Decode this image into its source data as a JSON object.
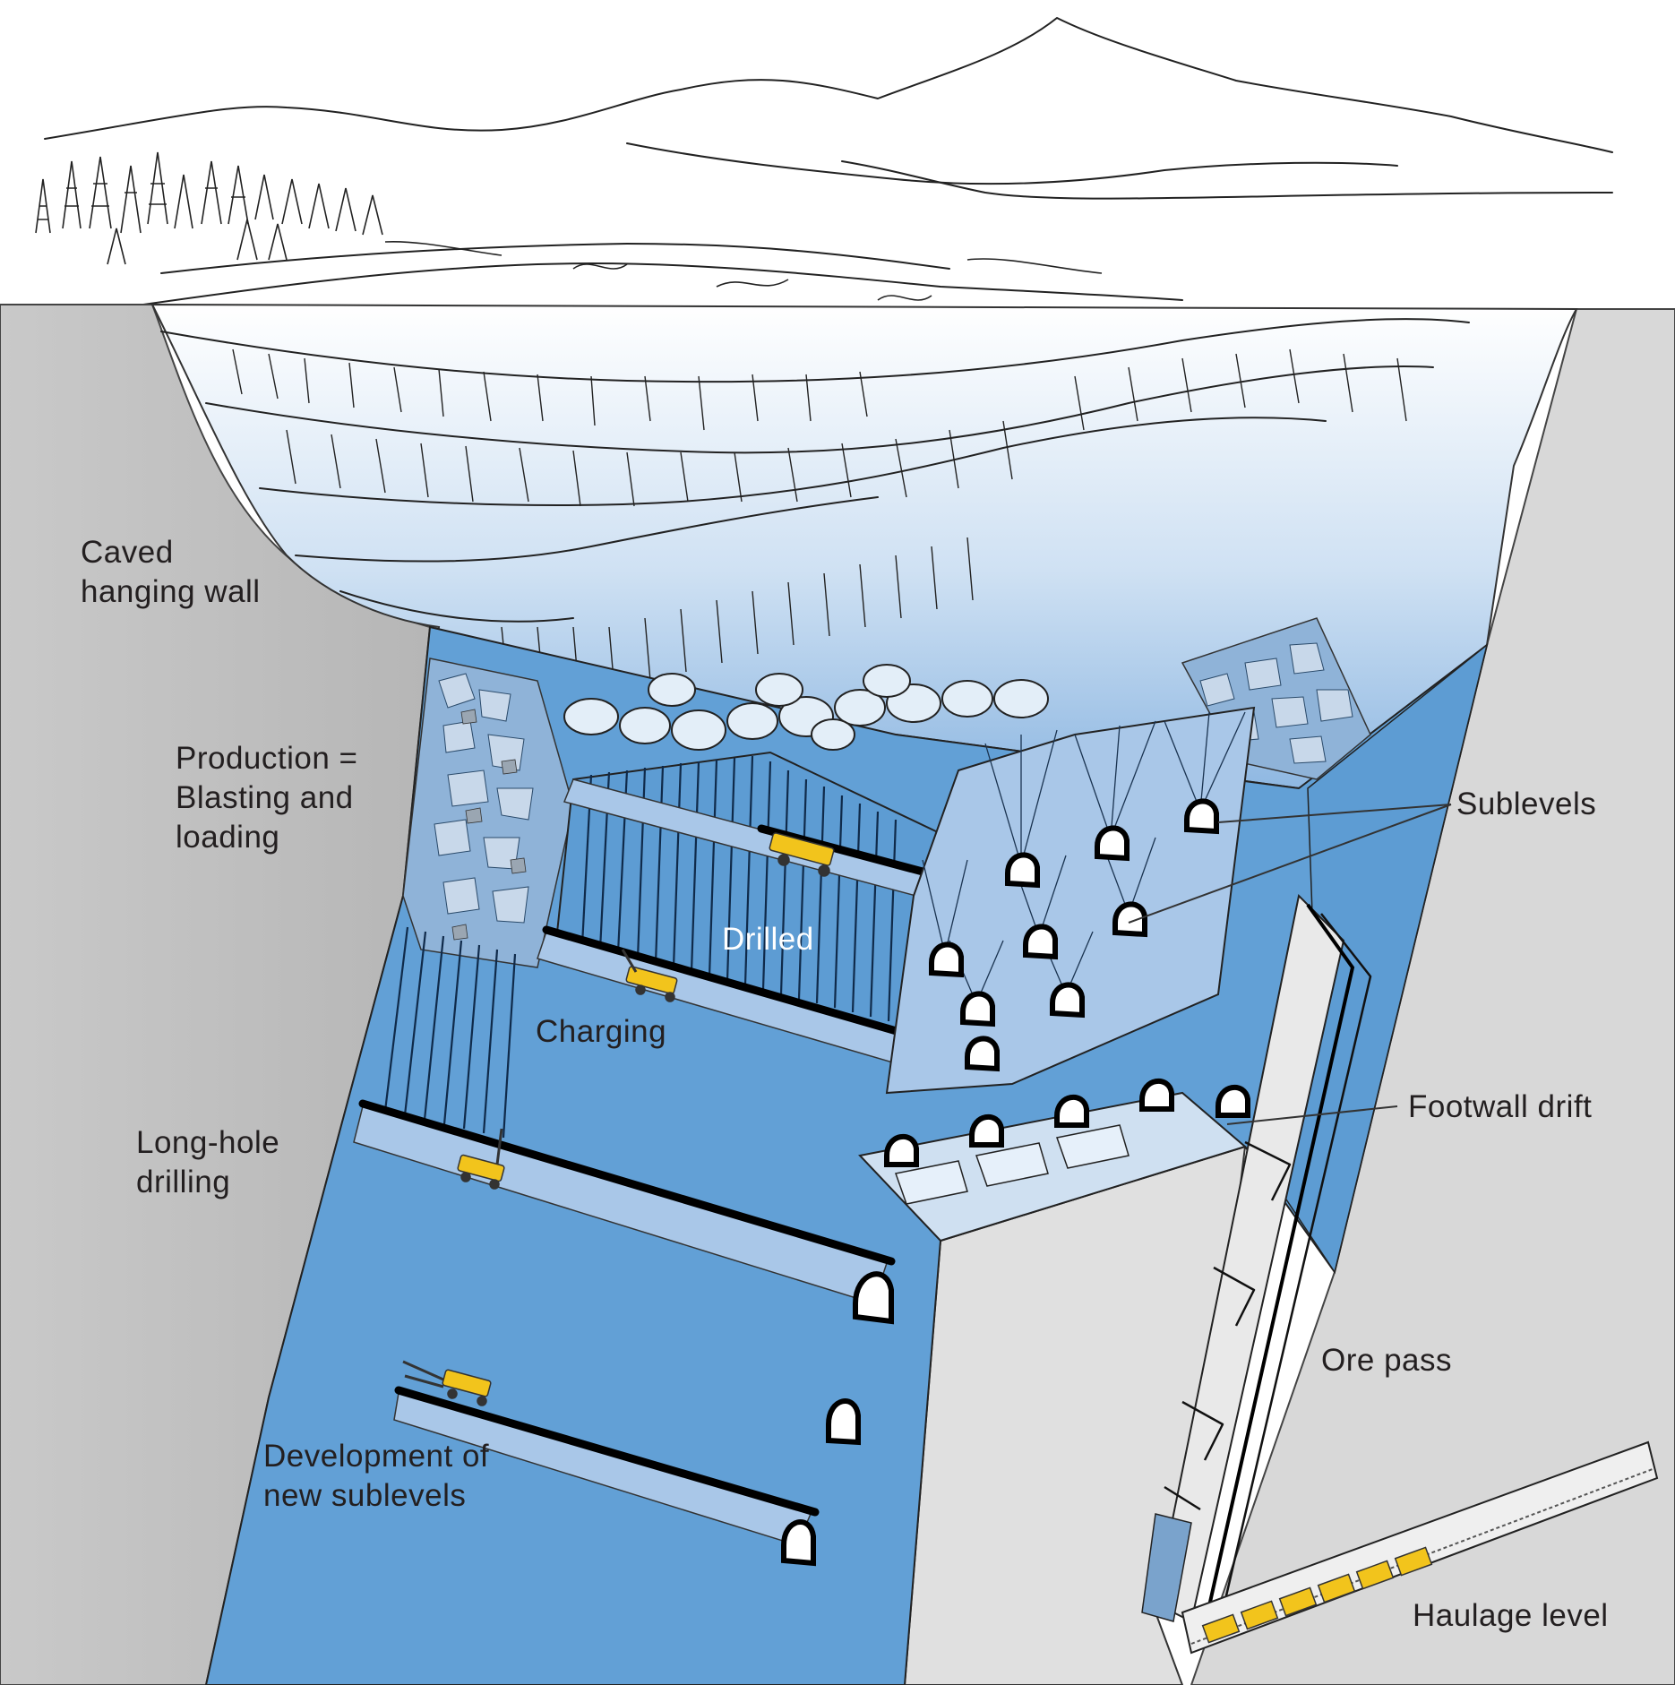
{
  "labels": {
    "caved_hanging_wall": [
      "Caved",
      "hanging wall"
    ],
    "production": [
      "Production =",
      "Blasting and",
      "loading"
    ],
    "drilled": "Drilled",
    "charging": "Charging",
    "long_hole_drilling": [
      "Long-hole",
      "drilling"
    ],
    "development": [
      "Development of",
      "new sublevels"
    ],
    "sublevels": "Sublevels",
    "footwall_drift": "Footwall drift",
    "ore_pass": "Ore pass",
    "haulage_level": "Haulage level"
  },
  "colors": {
    "rock_dark": "#bdbdbd",
    "rock_light": "#dcdcdc",
    "orebody_blue": "#62a0d6",
    "drift_light_blue": "#a9c7e8",
    "machine_yellow": "#f2c41c"
  }
}
